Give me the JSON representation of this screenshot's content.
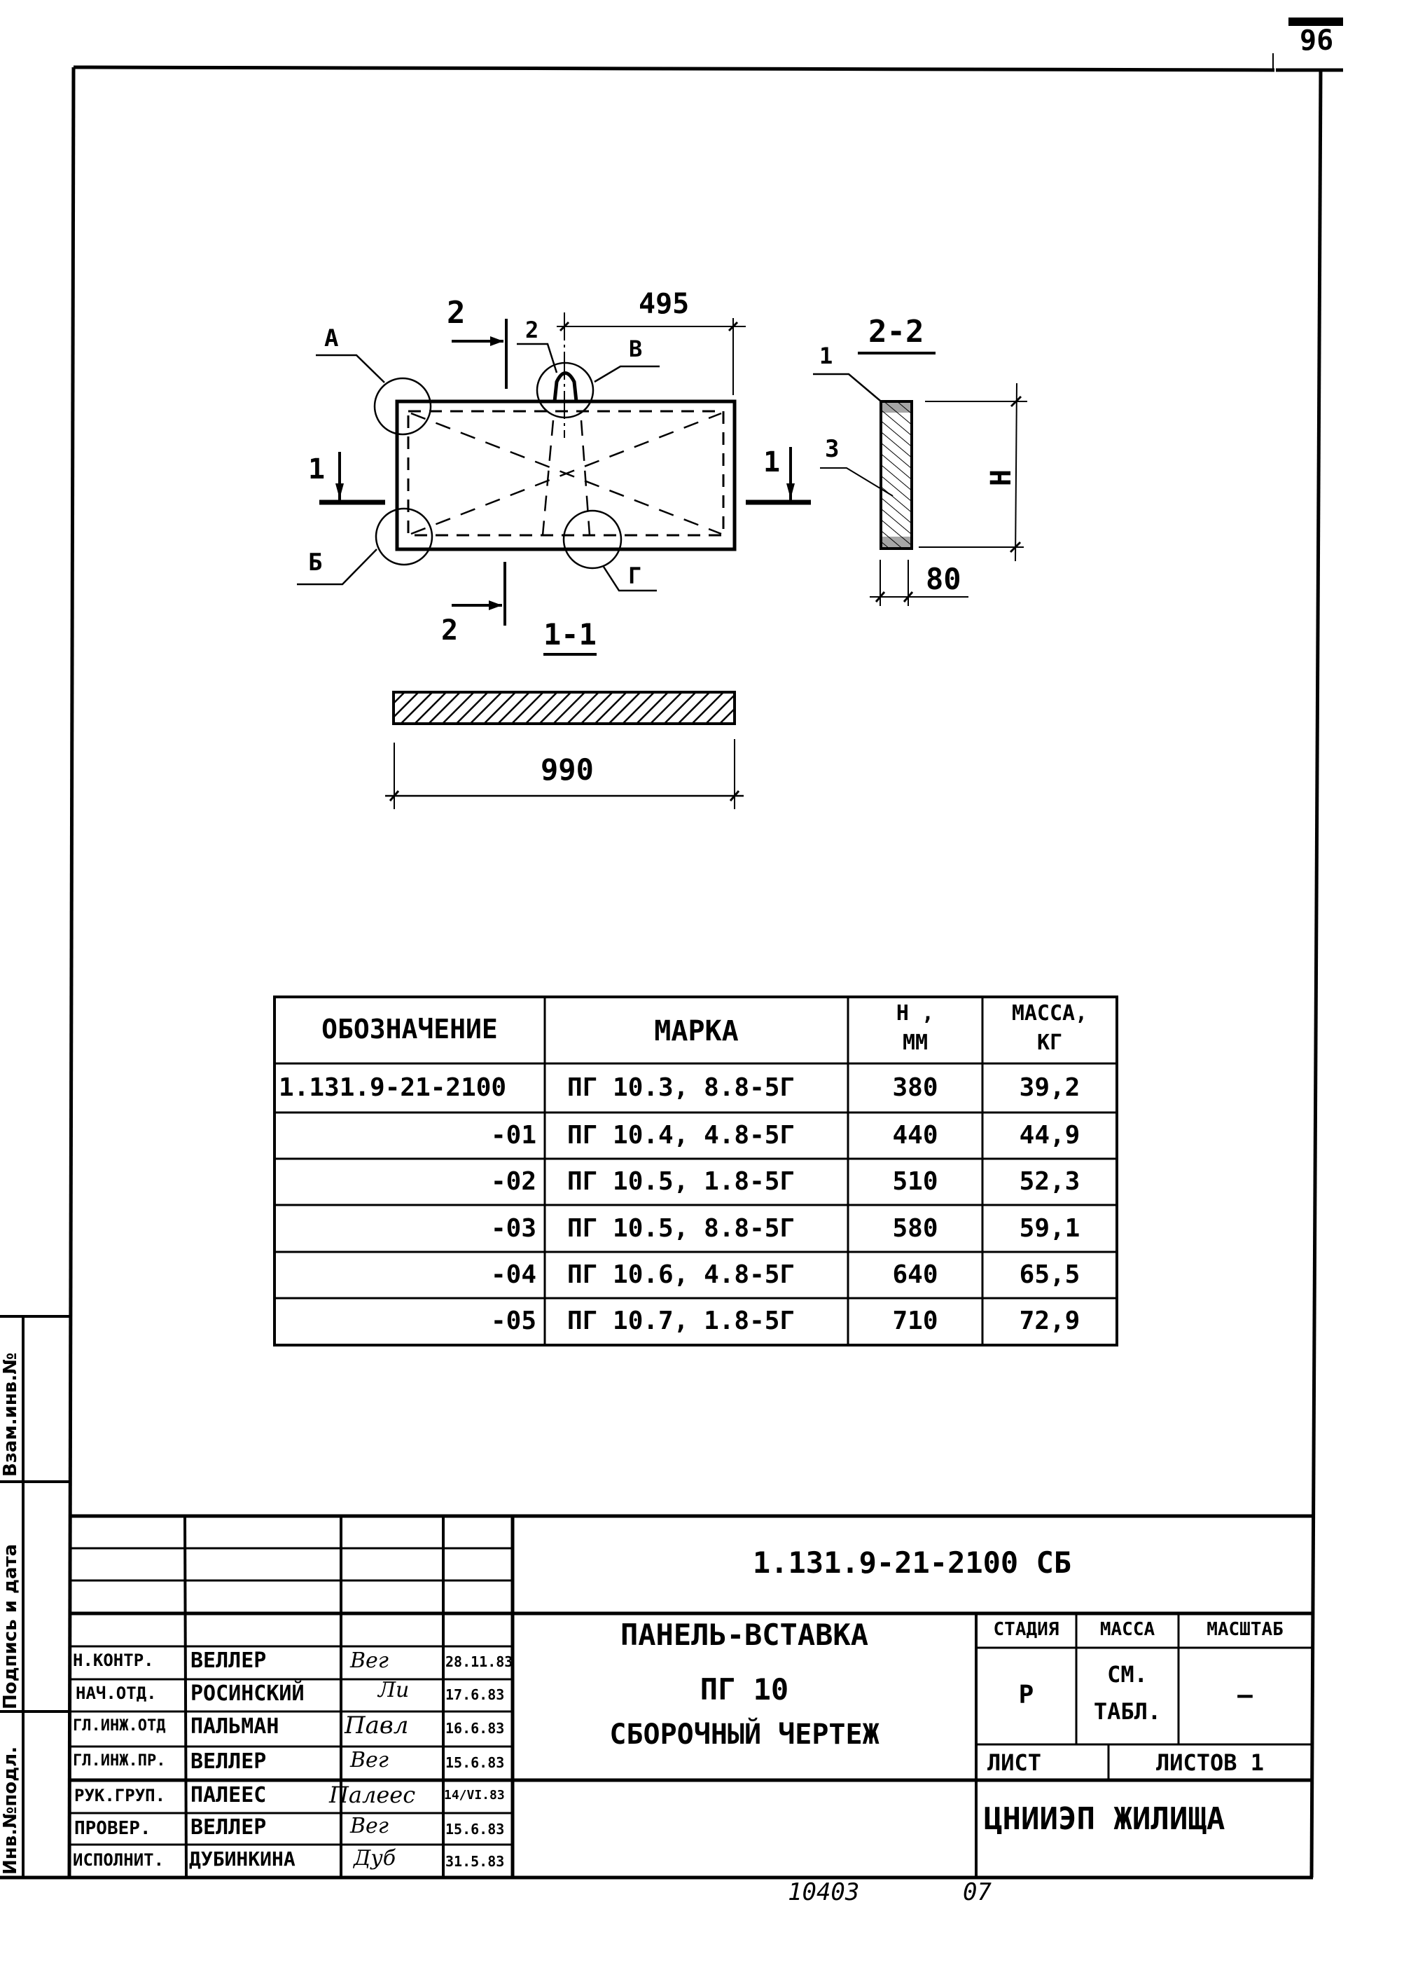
{
  "page_number": "96",
  "drawing": {
    "view_labels": {
      "section_1_1": "1-1",
      "section_2_2": "2-2",
      "cut_2_top": "2",
      "cut_2_bottom": "2",
      "cut_1_left": "1",
      "cut_1_right": "1"
    },
    "detail_callouts": [
      "А",
      "Б",
      "В",
      "Г"
    ],
    "position_marks": {
      "axis_mark": "2",
      "pos_1": "1",
      "pos_3": "3"
    },
    "dimensions": {
      "half_width": "495",
      "full_width": "990",
      "thickness": "80",
      "height": "H"
    }
  },
  "spec_table": {
    "headers": [
      "Обозначение",
      "Марка",
      "H, мм",
      "Масса, кг"
    ],
    "header_h_line1": "H ,",
    "header_h_line2": "мм",
    "header_mass_line1": "Масса,",
    "header_mass_line2": "кг",
    "rows": [
      {
        "designation": "1.131.9-21-2100",
        "mark": "ПГ 10.3, 8.8-5Г",
        "h_mm": "380",
        "mass_kg": "39,2"
      },
      {
        "designation": "-01",
        "mark": "ПГ 10.4, 4.8-5Г",
        "h_mm": "440",
        "mass_kg": "44,9"
      },
      {
        "designation": "-02",
        "mark": "ПГ 10.5, 1.8-5Г",
        "h_mm": "510",
        "mass_kg": "52,3"
      },
      {
        "designation": "-03",
        "mark": "ПГ 10.5, 8.8-5Г",
        "h_mm": "580",
        "mass_kg": "59,1"
      },
      {
        "designation": "-04",
        "mark": "ПГ 10.6, 4.8-5Г",
        "h_mm": "640",
        "mass_kg": "65,5"
      },
      {
        "designation": "-05",
        "mark": "ПГ 10.7, 1.8-5Г",
        "h_mm": "710",
        "mass_kg": "72,9"
      }
    ]
  },
  "title_block": {
    "document_code": "1.131.9-21-2100 СБ",
    "title_line1": "Панель-вставка",
    "title_line2": "ПГ 10",
    "title_line3": "Сборочный чертеж",
    "stage_label": "Стадия",
    "stage_value": "Р",
    "mass_label": "Масса",
    "mass_value_line1": "См.",
    "mass_value_line2": "табл.",
    "scale_label": "Масштаб",
    "scale_value": "—",
    "sheet_label": "Лист",
    "sheets_label": "Листов 1",
    "organization": "ЦНИИЭП жилища",
    "signatures": [
      {
        "role": "Н.контр.",
        "name": "Веллер",
        "signature": "Вег",
        "date": "28.11.83"
      },
      {
        "role": "Нач.отд.",
        "name": "Росинский",
        "signature": "Ли",
        "date": "17.6.83"
      },
      {
        "role": "Гл.инж.отд",
        "name": "Пальман",
        "signature": "Павл",
        "date": "16.6.83"
      },
      {
        "role": "Гл.инж.пр.",
        "name": "Веллер",
        "signature": "Вег",
        "date": "15.6.83"
      },
      {
        "role": "Рук.груп.",
        "name": "Палеес",
        "signature": "Палеес",
        "date": "14/VI.83"
      },
      {
        "role": "Провер.",
        "name": "Веллер",
        "signature": "Вег",
        "date": "15.6.83"
      },
      {
        "role": "Исполнит.",
        "name": "Дубинкина",
        "signature": "Дуб",
        "date": "31.5.83"
      }
    ]
  },
  "margin_stamp": {
    "inv_no_original": "Инв.№подл.",
    "signature_and_date": "Подпись и дата",
    "replaces_inv_no": "Взам.инв.№"
  },
  "footer": {
    "archive_number": "10403",
    "sheet_code": "07"
  }
}
